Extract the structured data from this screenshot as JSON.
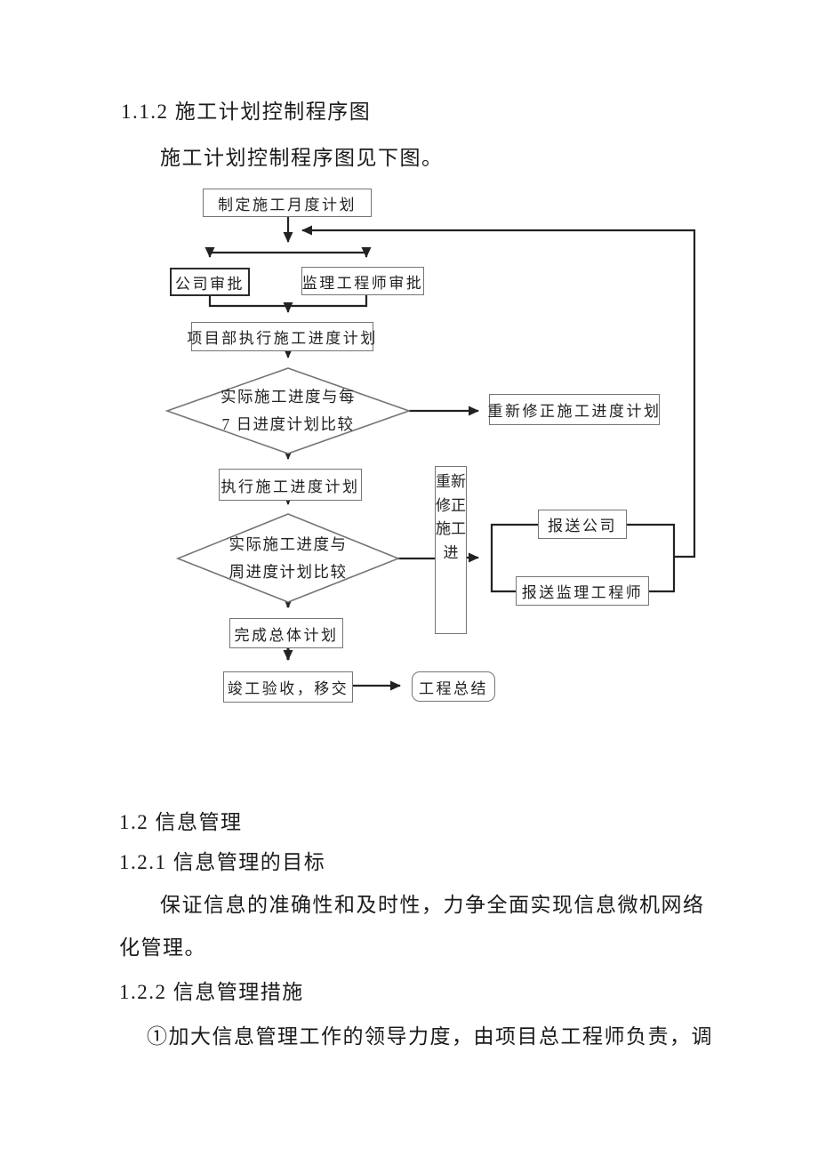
{
  "document": {
    "heading_112": "1.1.2 施工计划控制程序图",
    "intro": "施工计划控制程序图见下图。",
    "heading_12": "1.2 信息管理",
    "heading_121": "1.2.1 信息管理的目标",
    "goal_line1": "保证信息的准确性和及时性，力争全面实现信息微机网络",
    "goal_line2": "化管理。",
    "heading_122": "1.2.2 信息管理措施",
    "measure_line1": "①加大信息管理工作的领导力度，由项目总工程师负责，调"
  },
  "flowchart": {
    "monthly_plan": "制定施工月度计划",
    "company_approval": "公司审批",
    "supervisor_approval": "监理工程师审批",
    "project_execute": "项目部执行施工进度计划",
    "check_7day_line1": "实际施工进度与每",
    "check_7day_line2": "7 日进度计划比较",
    "revise_schedule": "重新修正施工进度计划",
    "execute_schedule": "执行施工进度计划",
    "check_weekly_line1": "实际施工进度与",
    "check_weekly_line2": "周进度计划比较",
    "revise_vertical": "重新修正施工进",
    "report_company": "报送公司",
    "report_supervisor": "报送监理工程师",
    "complete_plan": "完成总体计划",
    "acceptance_handover": "竣工验收，移交",
    "project_summary": "工程总结"
  },
  "colors": {
    "line": "#222222",
    "box_border": "#757575",
    "text": "#1b1b1b"
  }
}
